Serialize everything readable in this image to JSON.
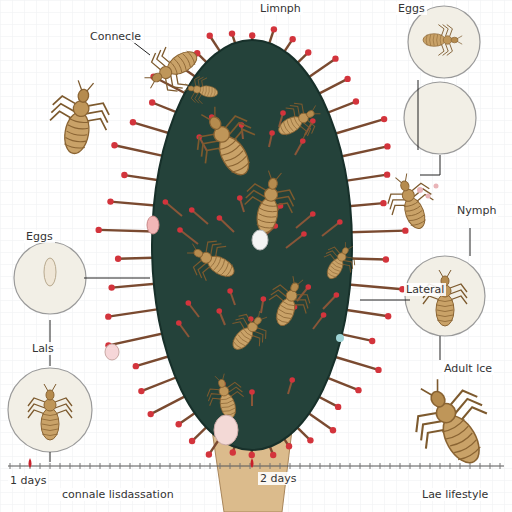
{
  "diagram": {
    "labels": [
      "Connecle",
      "Limnph",
      "Eggs",
      "Eggs",
      "Lals",
      "Nymph",
      "Lateral",
      "Adult lce",
      "1 days",
      "2 days",
      "connale lisdassation",
      "Lae lifestyle"
    ]
  }
}
